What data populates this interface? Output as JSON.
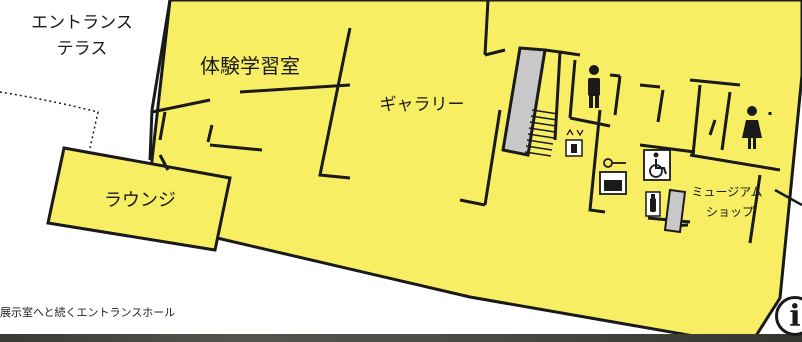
{
  "colors": {
    "floor": "#F7EE63",
    "wall": "#1A1A1A",
    "stair_fill": "#C8C8C8",
    "background": "#FFFFFF"
  },
  "rooms": {
    "entrance_terrace_line1": "エントランス",
    "entrance_terrace_line2": "テラス",
    "workshop": "体験学習室",
    "gallery": "ギャラリー",
    "lounge": "ラウンジ",
    "museum_shop_line1": "ミュージアム",
    "museum_shop_line2": "ショップ"
  },
  "icons": {
    "restroom_men": "men-restroom-icon",
    "restroom_women": "women-restroom-icon",
    "elevator": "elevator-icon",
    "locker": "coin-locker-icon",
    "accessible_toilet": "wheelchair-icon",
    "nursing": "baby-bottle-icon",
    "information": "information-icon"
  },
  "info_symbol": "i",
  "photo_caption": "展示室へと続くエントランスホール"
}
